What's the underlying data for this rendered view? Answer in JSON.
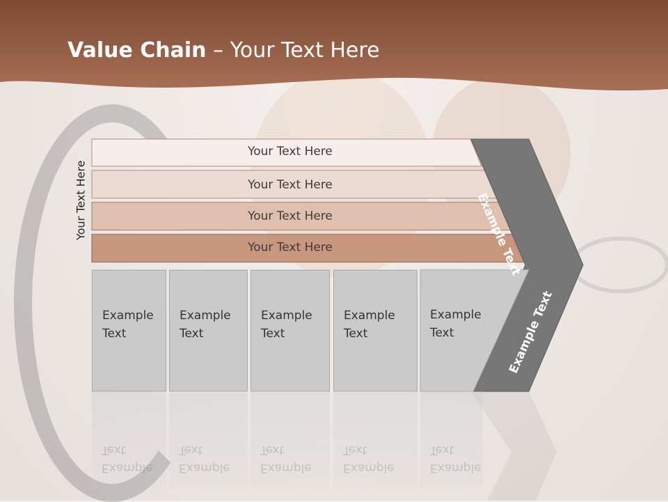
{
  "title": {
    "bold": "Value Chain",
    "rest": " – Your Text Here"
  },
  "side_label": "Your Text Here",
  "rows": [
    {
      "label": "Your Text Here",
      "color": "#f6eeea"
    },
    {
      "label": "Your Text Here",
      "color": "#ecdbd2"
    },
    {
      "label": "Your Text Here",
      "color": "#dfbfae"
    },
    {
      "label": "Your Text Here",
      "color": "#c8977e"
    }
  ],
  "chevron": {
    "upper_label": "Example Text",
    "lower_label": "Example Text",
    "color": "#777777"
  },
  "boxes": [
    {
      "line1": "Example",
      "line2": "Text"
    },
    {
      "line1": "Example",
      "line2": "Text"
    },
    {
      "line1": "Example",
      "line2": "Text"
    },
    {
      "line1": "Example",
      "line2": "Text"
    },
    {
      "line1": "Example",
      "line2": "Text"
    }
  ],
  "colors": {
    "header_band": "#9a5f45",
    "box_fill": "#cacaca"
  }
}
